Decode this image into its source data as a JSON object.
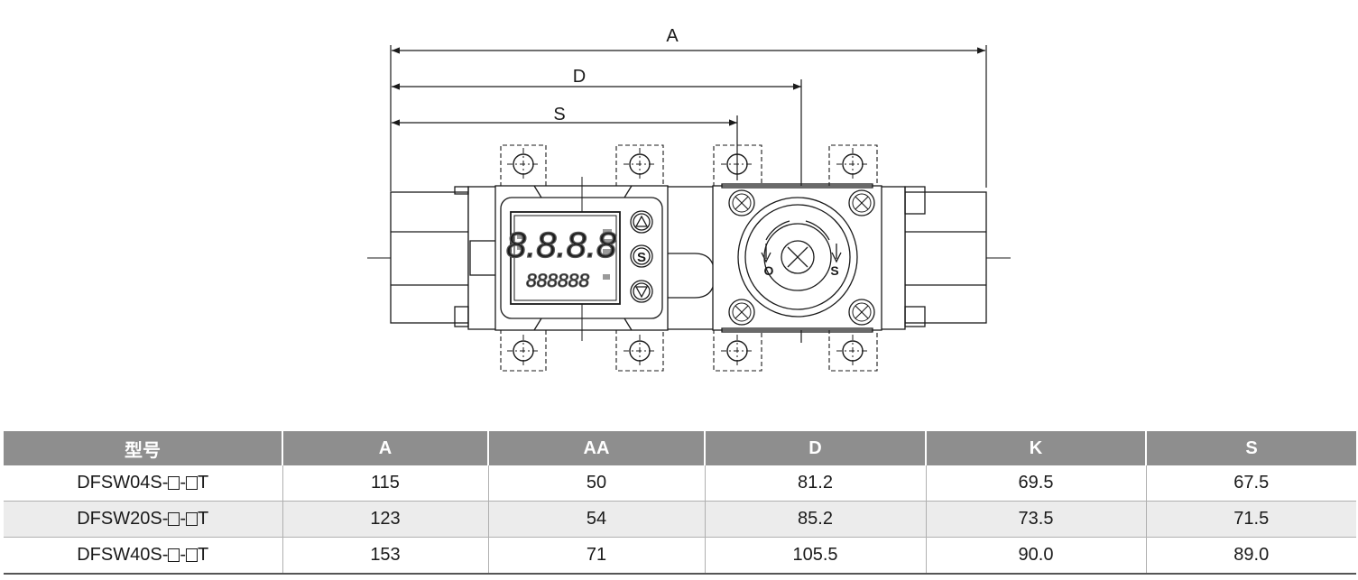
{
  "dimension_labels": {
    "a": "A",
    "d": "D",
    "s": "S"
  },
  "sensor_display": {
    "main_digits": "8.8.8.8",
    "sub_digits": "888888",
    "set_button": "S",
    "valve_open_mark": "O",
    "valve_set_mark": "S"
  },
  "table": {
    "headers": [
      "型号",
      "A",
      "AA",
      "D",
      "K",
      "S"
    ],
    "rows": [
      {
        "model": {
          "prefix": "DFSW04S-",
          "mid": "-",
          "suffix": "T"
        },
        "a": "115",
        "aa": "50",
        "d": "81.2",
        "k": "69.5",
        "s": "67.5"
      },
      {
        "model": {
          "prefix": "DFSW20S-",
          "mid": "-",
          "suffix": "T"
        },
        "a": "123",
        "aa": "54",
        "d": "85.2",
        "k": "73.5",
        "s": "71.5"
      },
      {
        "model": {
          "prefix": "DFSW40S-",
          "mid": "-",
          "suffix": "T"
        },
        "a": "153",
        "aa": "71",
        "d": "105.5",
        "k": "90.0",
        "s": "89.0"
      }
    ]
  },
  "colors": {
    "header_bg": "#8e8e8e",
    "alt_row_bg": "#ececec",
    "line": "#1a1a1a"
  }
}
